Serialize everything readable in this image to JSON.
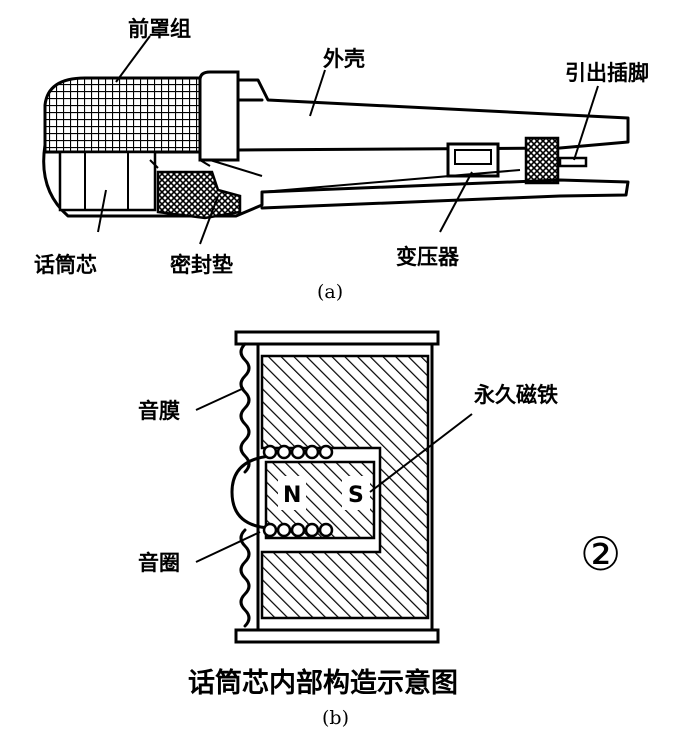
{
  "part_a": {
    "labels": {
      "front_cover": "前罩组",
      "housing": "外壳",
      "pins": "引出插脚",
      "mic_core": "话筒芯",
      "seal": "密封垫",
      "transformer": "变压器"
    },
    "caption": "(a)"
  },
  "part_b": {
    "labels": {
      "diaphragm": "音膜",
      "magnet": "永久磁铁",
      "coil": "音圈",
      "north": "N",
      "south": "S"
    },
    "title": "话筒芯内部构造示意图",
    "caption": "(b)"
  },
  "figure_number": "②"
}
